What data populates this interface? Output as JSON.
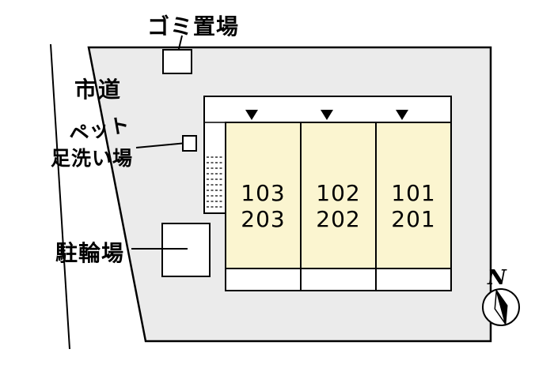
{
  "labels": {
    "garbage": "ゴミ置場",
    "road": "市道",
    "pet_line1": "ペット",
    "pet_line2": "足洗い場",
    "bicycle": "駐輪場",
    "north": "N"
  },
  "units": [
    {
      "upper": "103",
      "lower": "203"
    },
    {
      "upper": "102",
      "lower": "202"
    },
    {
      "upper": "101",
      "lower": "201"
    }
  ],
  "colors": {
    "site_fill": "#ebebeb",
    "unit_fill": "#fbf5d0",
    "line": "#000000",
    "background": "#ffffff"
  }
}
